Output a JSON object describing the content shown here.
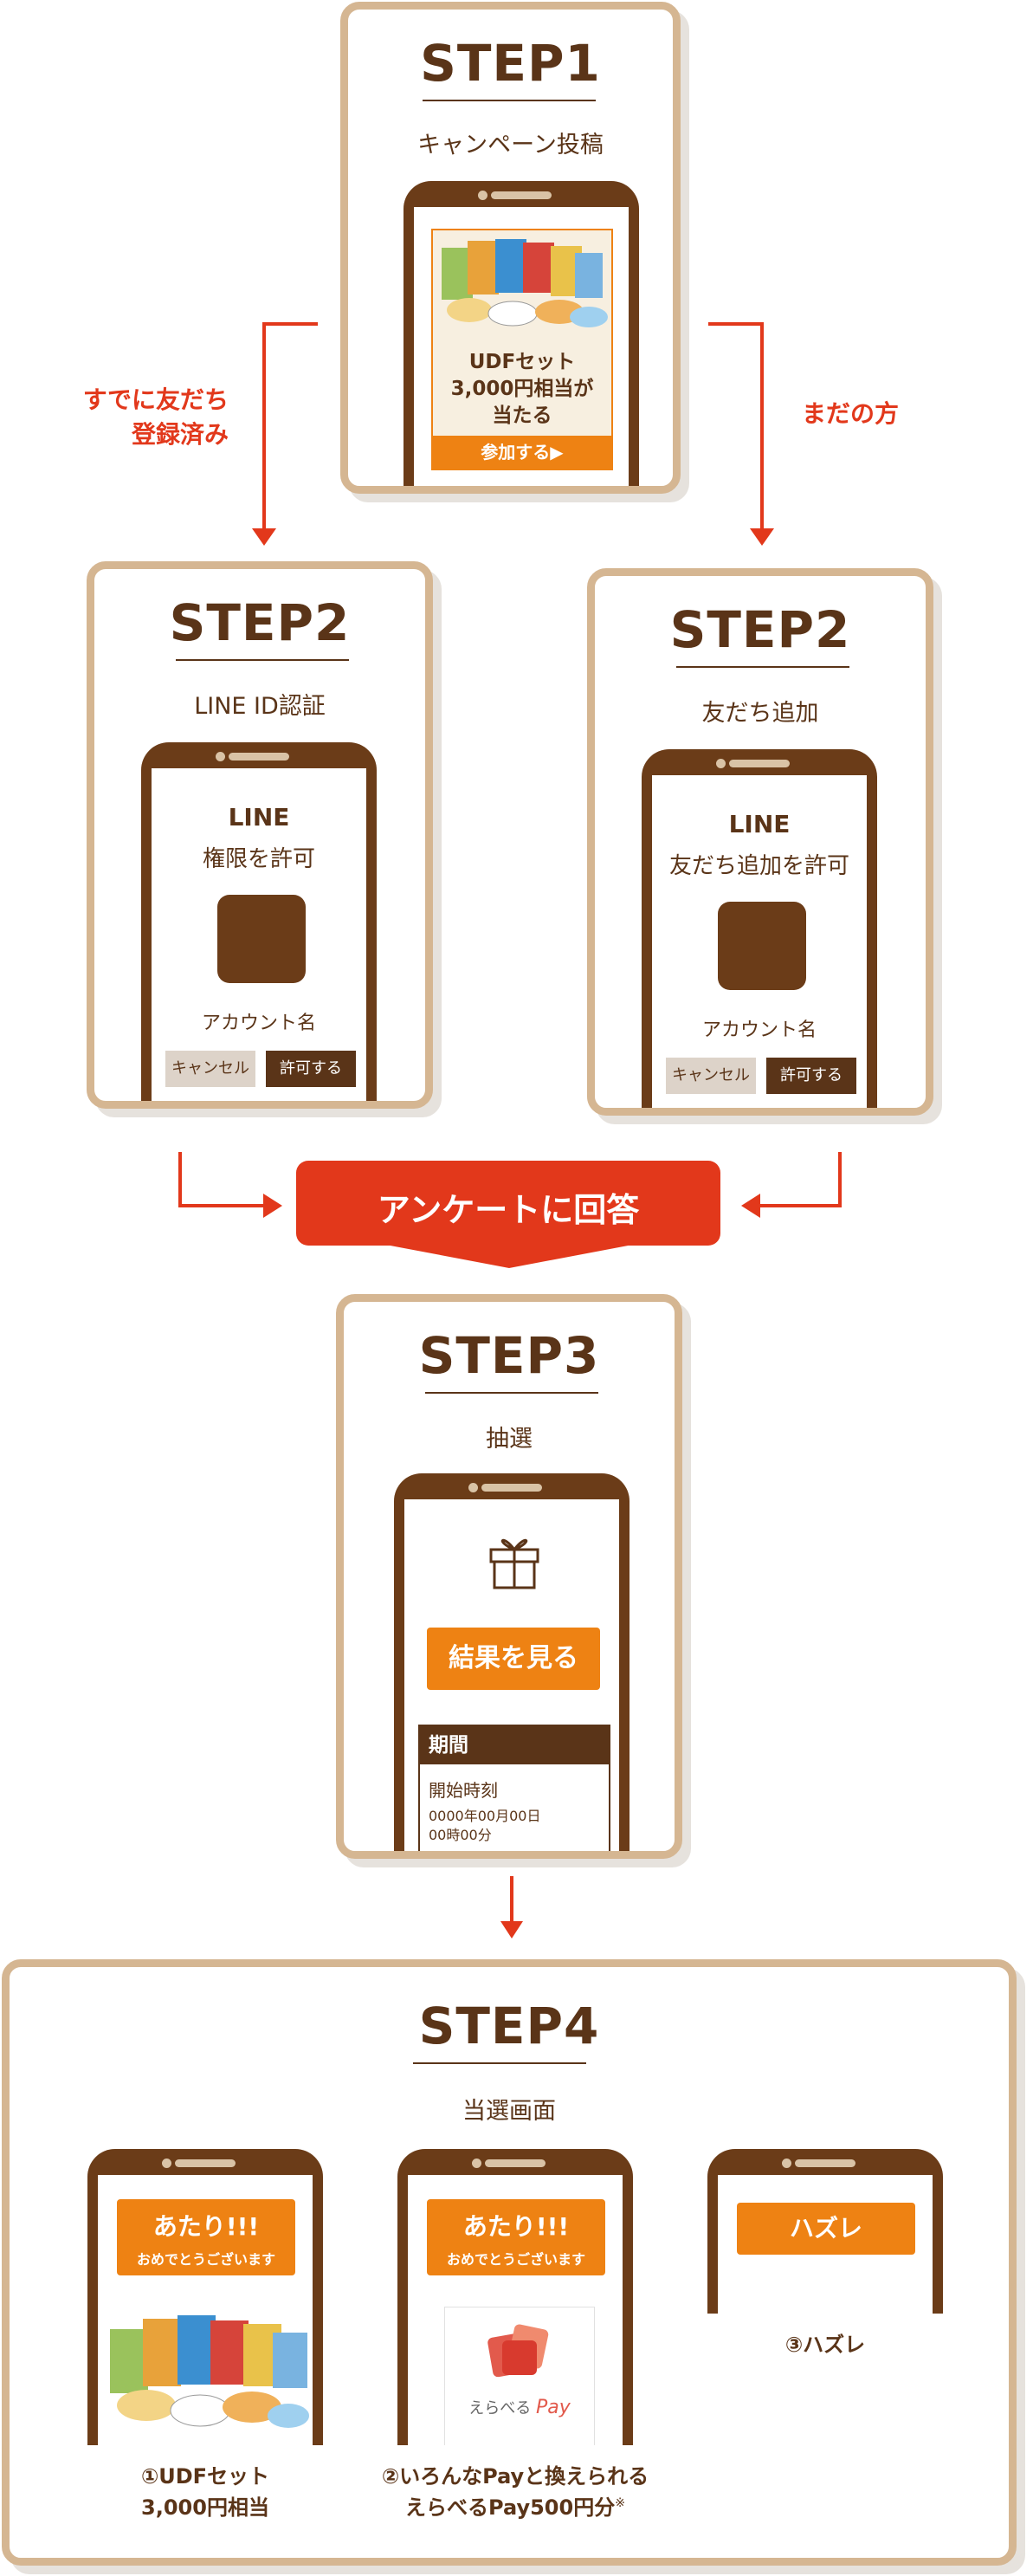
{
  "colors": {
    "brown": "#5a3418",
    "phone": "#6b3c18",
    "orange": "#ee8213",
    "red": "#e2381b",
    "tan": "#d5b692"
  },
  "step1": {
    "title": "STEP1",
    "subtitle": "キャンペーン投稿",
    "banner_text_line1": "UDFセット",
    "banner_text_line2": "3,000円相当が",
    "banner_text_line3": "当たる",
    "join_button": "参加する▶"
  },
  "branch_left_label_line1": "すでに友だち",
  "branch_left_label_line2": "登録済み",
  "branch_right_label": "まだの方",
  "step2_left": {
    "title": "STEP2",
    "subtitle": "LINE ID認証",
    "app_name": "LINE",
    "prompt": "権限を許可",
    "account_label": "アカウント名",
    "cancel_button": "キャンセル",
    "allow_button": "許可する"
  },
  "step2_right": {
    "title": "STEP2",
    "subtitle": "友だち追加",
    "app_name": "LINE",
    "prompt": "友だち追加を許可",
    "account_label": "アカウント名",
    "cancel_button": "キャンセル",
    "allow_button": "許可する"
  },
  "survey_banner": "アンケートに回答",
  "step3": {
    "title": "STEP3",
    "subtitle": "抽選",
    "result_button": "結果を見る",
    "period_header": "期間",
    "start_label": "開始時刻",
    "start_value_line1": "0000年00月00日",
    "start_value_line2": "00時00分"
  },
  "step4": {
    "title": "STEP4",
    "subtitle": "当選画面",
    "prizes": [
      {
        "win_label": "あたり!!!",
        "win_sub": "おめでとうございます",
        "caption_line1": "①UDFセット",
        "caption_line2": "3,000円相当"
      },
      {
        "win_label": "あたり!!!",
        "win_sub": "おめでとうございます",
        "pay_brand": "えらべる",
        "pay_word": "Pay",
        "caption_line1": "②いろんなPayと換えられる",
        "caption_line2": "えらべるPay500円分",
        "caption_note": "※"
      },
      {
        "lose_label": "ハズレ",
        "caption_line1": "③ハズレ"
      }
    ]
  }
}
